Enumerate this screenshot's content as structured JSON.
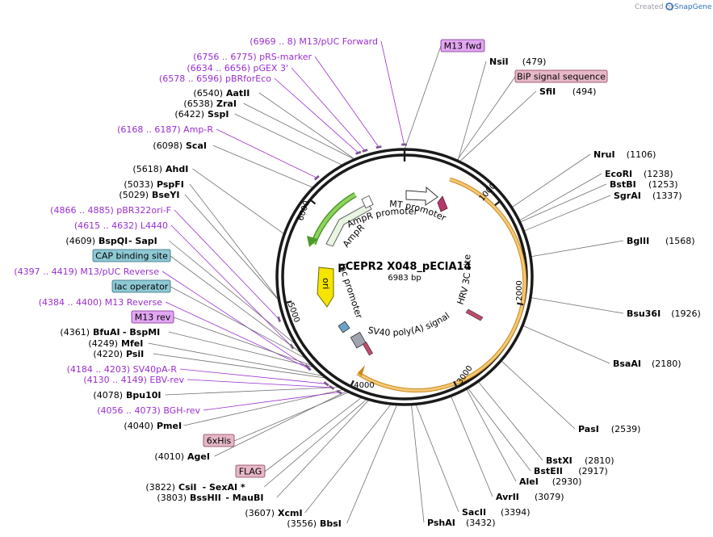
{
  "credit": {
    "text": "Created by",
    "brand": "SnapGene"
  },
  "plasmid": {
    "name": "pCEPR2 X048_pECIA14",
    "length_label": "6983 bp",
    "length": 6983
  },
  "ticks": [
    "1000",
    "2000",
    "3000",
    "4000",
    "5000",
    "6000"
  ],
  "enzymes_right": [
    {
      "name": "NsiI",
      "pos": "(479)"
    },
    {
      "name": "SfiI",
      "pos": "(494)"
    },
    {
      "name": "NruI",
      "pos": "(1106)"
    },
    {
      "name": "EcoRI",
      "pos": "(1238)"
    },
    {
      "name": "BstBI",
      "pos": "(1253)"
    },
    {
      "name": "SgrAI",
      "pos": "(1337)"
    },
    {
      "name": "BglII",
      "pos": "(1568)"
    },
    {
      "name": "Bsu36I",
      "pos": "(1926)"
    },
    {
      "name": "BsaAI",
      "pos": "(2180)"
    },
    {
      "name": "PasI",
      "pos": "(2539)"
    },
    {
      "name": "BstXI",
      "pos": "(2810)"
    },
    {
      "name": "BstEII",
      "pos": "(2917)"
    },
    {
      "name": "AleI",
      "pos": "(2930)"
    },
    {
      "name": "AvrII",
      "pos": "(3079)"
    },
    {
      "name": "SacII",
      "pos": "(3394)"
    },
    {
      "name": "PshAI",
      "pos": "(3432)"
    }
  ],
  "enzymes_left": [
    {
      "pos": "(6540)",
      "name": "AatII"
    },
    {
      "pos": "(6538)",
      "name": "ZraI"
    },
    {
      "pos": "(6422)",
      "name": "SspI"
    },
    {
      "pos": "(6098)",
      "name": "ScaI"
    },
    {
      "pos": "(5618)",
      "name": "AhdI"
    },
    {
      "pos": "(5033)",
      "name": "PspFI"
    },
    {
      "pos": "(5029)",
      "name": "BseYI"
    },
    {
      "pos": "(4609)",
      "name": "BspQI",
      "extra": " - SapI"
    },
    {
      "pos": "(4361)",
      "name": "BfuAI",
      "extra": " - BspMI"
    },
    {
      "pos": "(4249)",
      "name": "MfeI"
    },
    {
      "pos": "(4220)",
      "name": "PsiI"
    },
    {
      "pos": "(4078)",
      "name": "Bpu10I"
    },
    {
      "pos": "(4040)",
      "name": "PmeI"
    },
    {
      "pos": "(4010)",
      "name": "AgeI"
    },
    {
      "pos": "(3822)",
      "name": "CsiI",
      "extra": "  - SexAI *"
    },
    {
      "pos": "(3803)",
      "name": "BssHII",
      "extra": "  - MauBI"
    },
    {
      "pos": "(3607)",
      "name": "XcmI"
    },
    {
      "pos": "(3556)",
      "name": "BbsI"
    }
  ],
  "primers": [
    "(6969 .. 8)  M13/pUC Forward",
    "(6756 .. 6775)  pRS-marker",
    "(6634 .. 6656)  pGEX 3'",
    "(6578 .. 6596)  pBRforEco",
    "(6168 .. 6187)  Amp-R",
    "(4866 .. 4885)  pBR322ori-F",
    "(4615 .. 4632)  L4440",
    "(4397 .. 4419)  M13/pUC Reverse",
    "(4384 .. 4400)  M13 Reverse",
    "(4184 .. 4203)  SV40pA-R",
    "(4130 .. 4149)  EBV-rev",
    "(4056 .. 4073)  BGH-rev"
  ],
  "boxed_features": [
    {
      "label": "M13 fwd",
      "kind": "purple"
    },
    {
      "label": "BiP signal sequence",
      "kind": "pink"
    },
    {
      "label": "CAP binding site",
      "kind": "teal"
    },
    {
      "label": "lac operator",
      "kind": "teal"
    },
    {
      "label": "M13 rev",
      "kind": "purple"
    },
    {
      "label": "6xHis",
      "kind": "pink"
    },
    {
      "label": "FLAG",
      "kind": "pink"
    }
  ],
  "inner_features": {
    "mt_promoter": "MT promoter",
    "ampr_promoter": "AmpR promoter",
    "ampr": "AmpR",
    "ori": "ori",
    "lac_promoter": "lac promoter",
    "hrv": "HRV 3C site",
    "sv40": "SV40 poly(A) signal"
  },
  "colors": {
    "primer": "#9a2fcf",
    "orf": "#f5a623",
    "ampr_green": "#76c043",
    "ori_yellow": "#f5e400",
    "purple_box": "#e2a6f2",
    "pink_box": "#e6b8c8",
    "teal_box": "#8ec9d4"
  }
}
